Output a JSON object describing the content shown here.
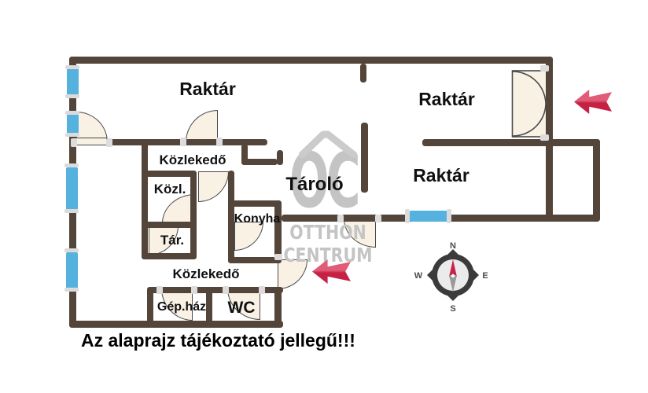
{
  "floorplan": {
    "rooms": [
      {
        "id": "raktar-top-left",
        "label": "Raktár"
      },
      {
        "id": "raktar-top-right",
        "label": "Raktár"
      },
      {
        "id": "raktar-bottom-right",
        "label": "Raktár"
      },
      {
        "id": "kozlekedo-top",
        "label": "Közlekedő"
      },
      {
        "id": "kozl",
        "label": "Közl."
      },
      {
        "id": "tarolo",
        "label": "Tároló"
      },
      {
        "id": "konyha",
        "label": "Konyha"
      },
      {
        "id": "tar",
        "label": "Tár."
      },
      {
        "id": "kozlekedo-bottom",
        "label": "Közlekedő"
      },
      {
        "id": "gephaz",
        "label": "Gép.ház"
      },
      {
        "id": "wc",
        "label": "WC"
      }
    ],
    "disclaimer": "Az alaprajz tájékoztató jellegű!!!",
    "watermark": {
      "monogram": "OC",
      "line1": "OTTHON",
      "line2": "CENTRUM"
    },
    "compass": {
      "north": "N",
      "south": "S",
      "east": "E",
      "west": "W"
    },
    "colors": {
      "wall": "#54453a",
      "window_blue": "#55b1de",
      "door_fill": "#f8f1e4",
      "door_outline": "#4a4a4a",
      "arrow_red": "#c62045",
      "arrow_red_light": "#e05c77",
      "watermark_gray": "#c4c4c4",
      "compass_dark": "#3b3b3b",
      "compass_needle_red": "#c9234a",
      "compass_needle_gray": "#999999"
    }
  }
}
